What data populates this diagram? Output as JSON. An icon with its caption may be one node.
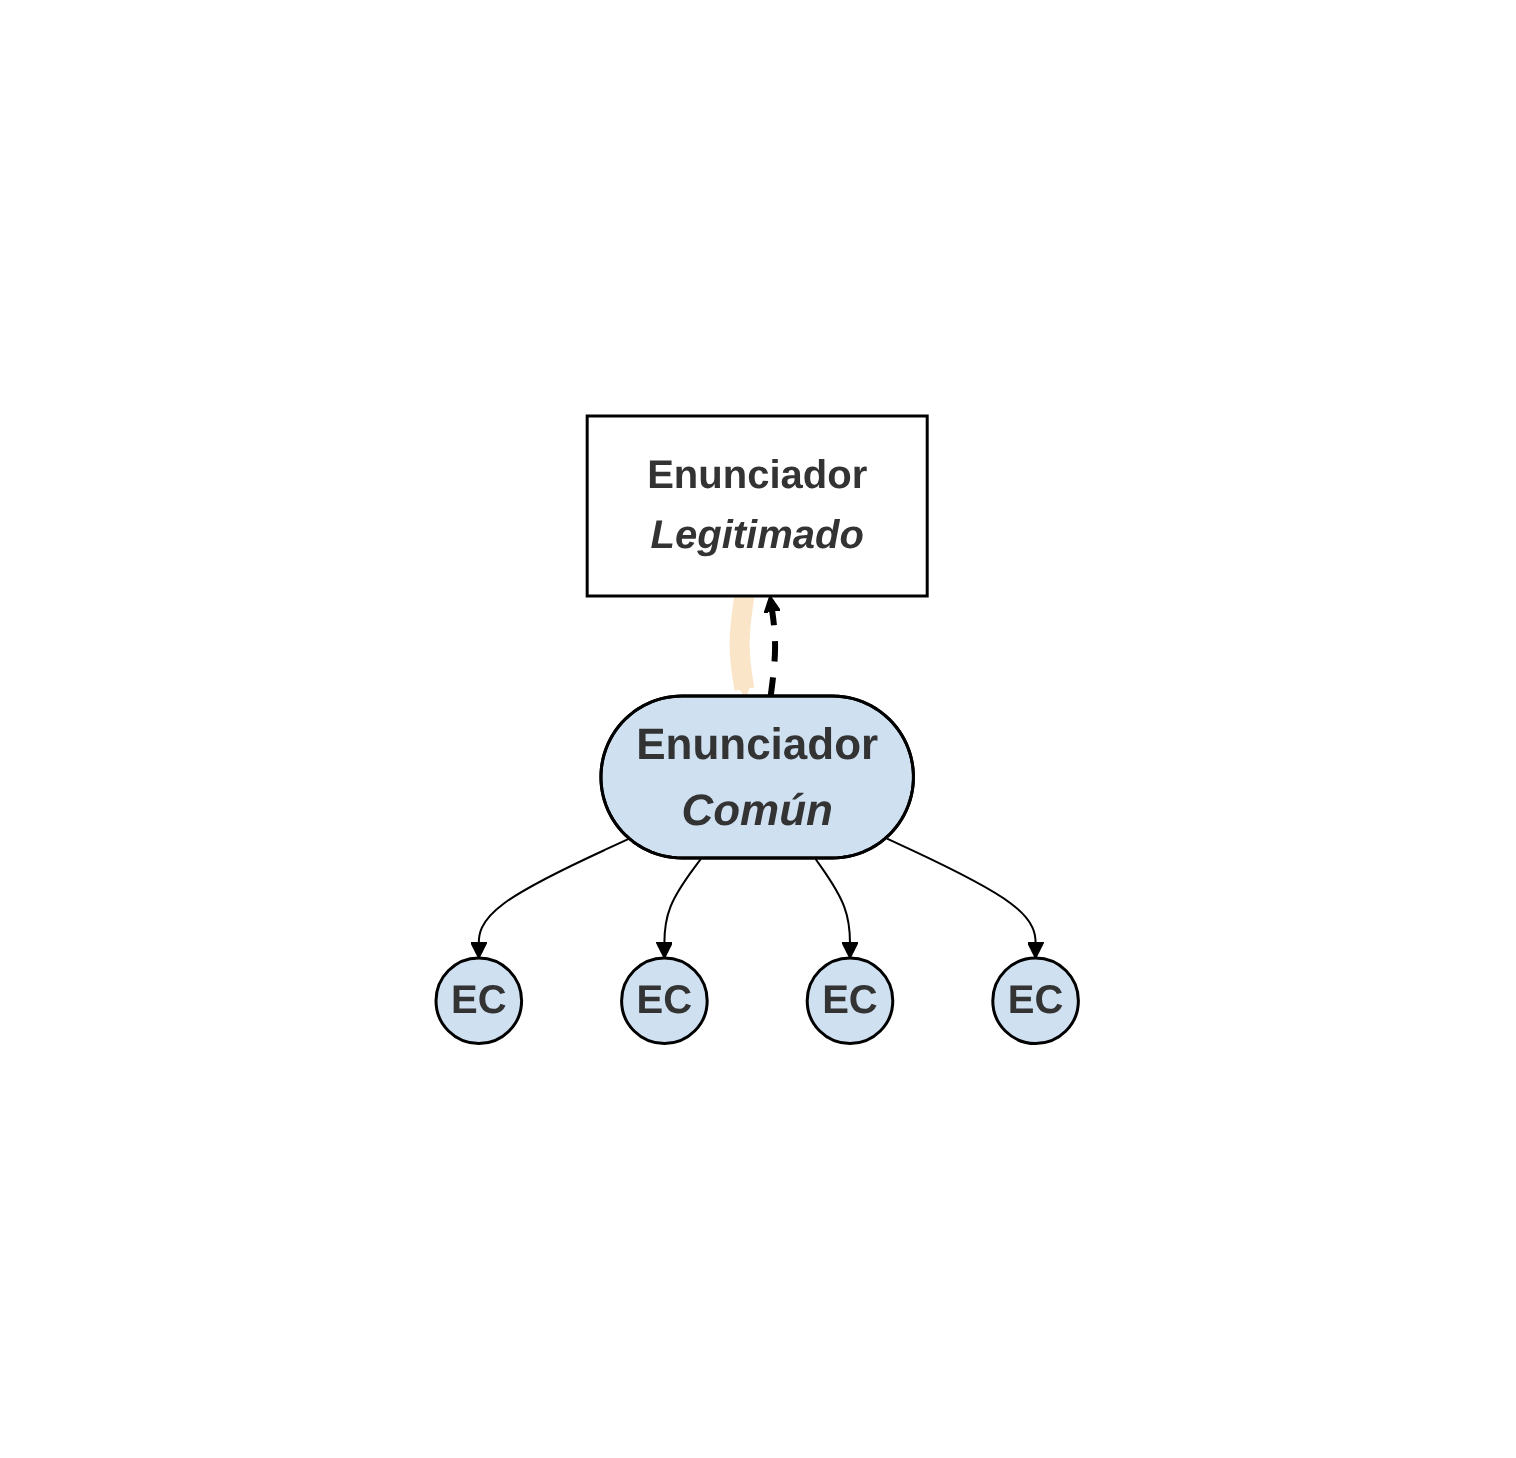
{
  "diagram": {
    "nodes": [
      {
        "text": [
          "Enunciador",
          "Legitimado"
        ]
      },
      {
        "text": [
          "EC"
        ]
      },
      {
        "text": [
          "EC"
        ]
      },
      {
        "text": [
          "Enunciador",
          "Común"
        ]
      },
      {
        "text": [
          "EC"
        ]
      },
      {
        "text": [
          "EC"
        ]
      }
    ],
    "edges": [
      {
        "from": 0,
        "to": 3,
        "arrow": "to",
        "style": "thick",
        "color": "#fbe5c8"
      },
      {
        "from": 3,
        "to": 0,
        "arrow": "to",
        "style": "dashed"
      },
      {
        "from": 3,
        "to": 1,
        "arrow": "to"
      },
      {
        "from": 3,
        "to": 2,
        "arrow": "to"
      },
      {
        "from": 3,
        "to": 4,
        "arrow": "to"
      },
      {
        "from": 3,
        "to": 5,
        "arrow": "to"
      }
    ]
  }
}
